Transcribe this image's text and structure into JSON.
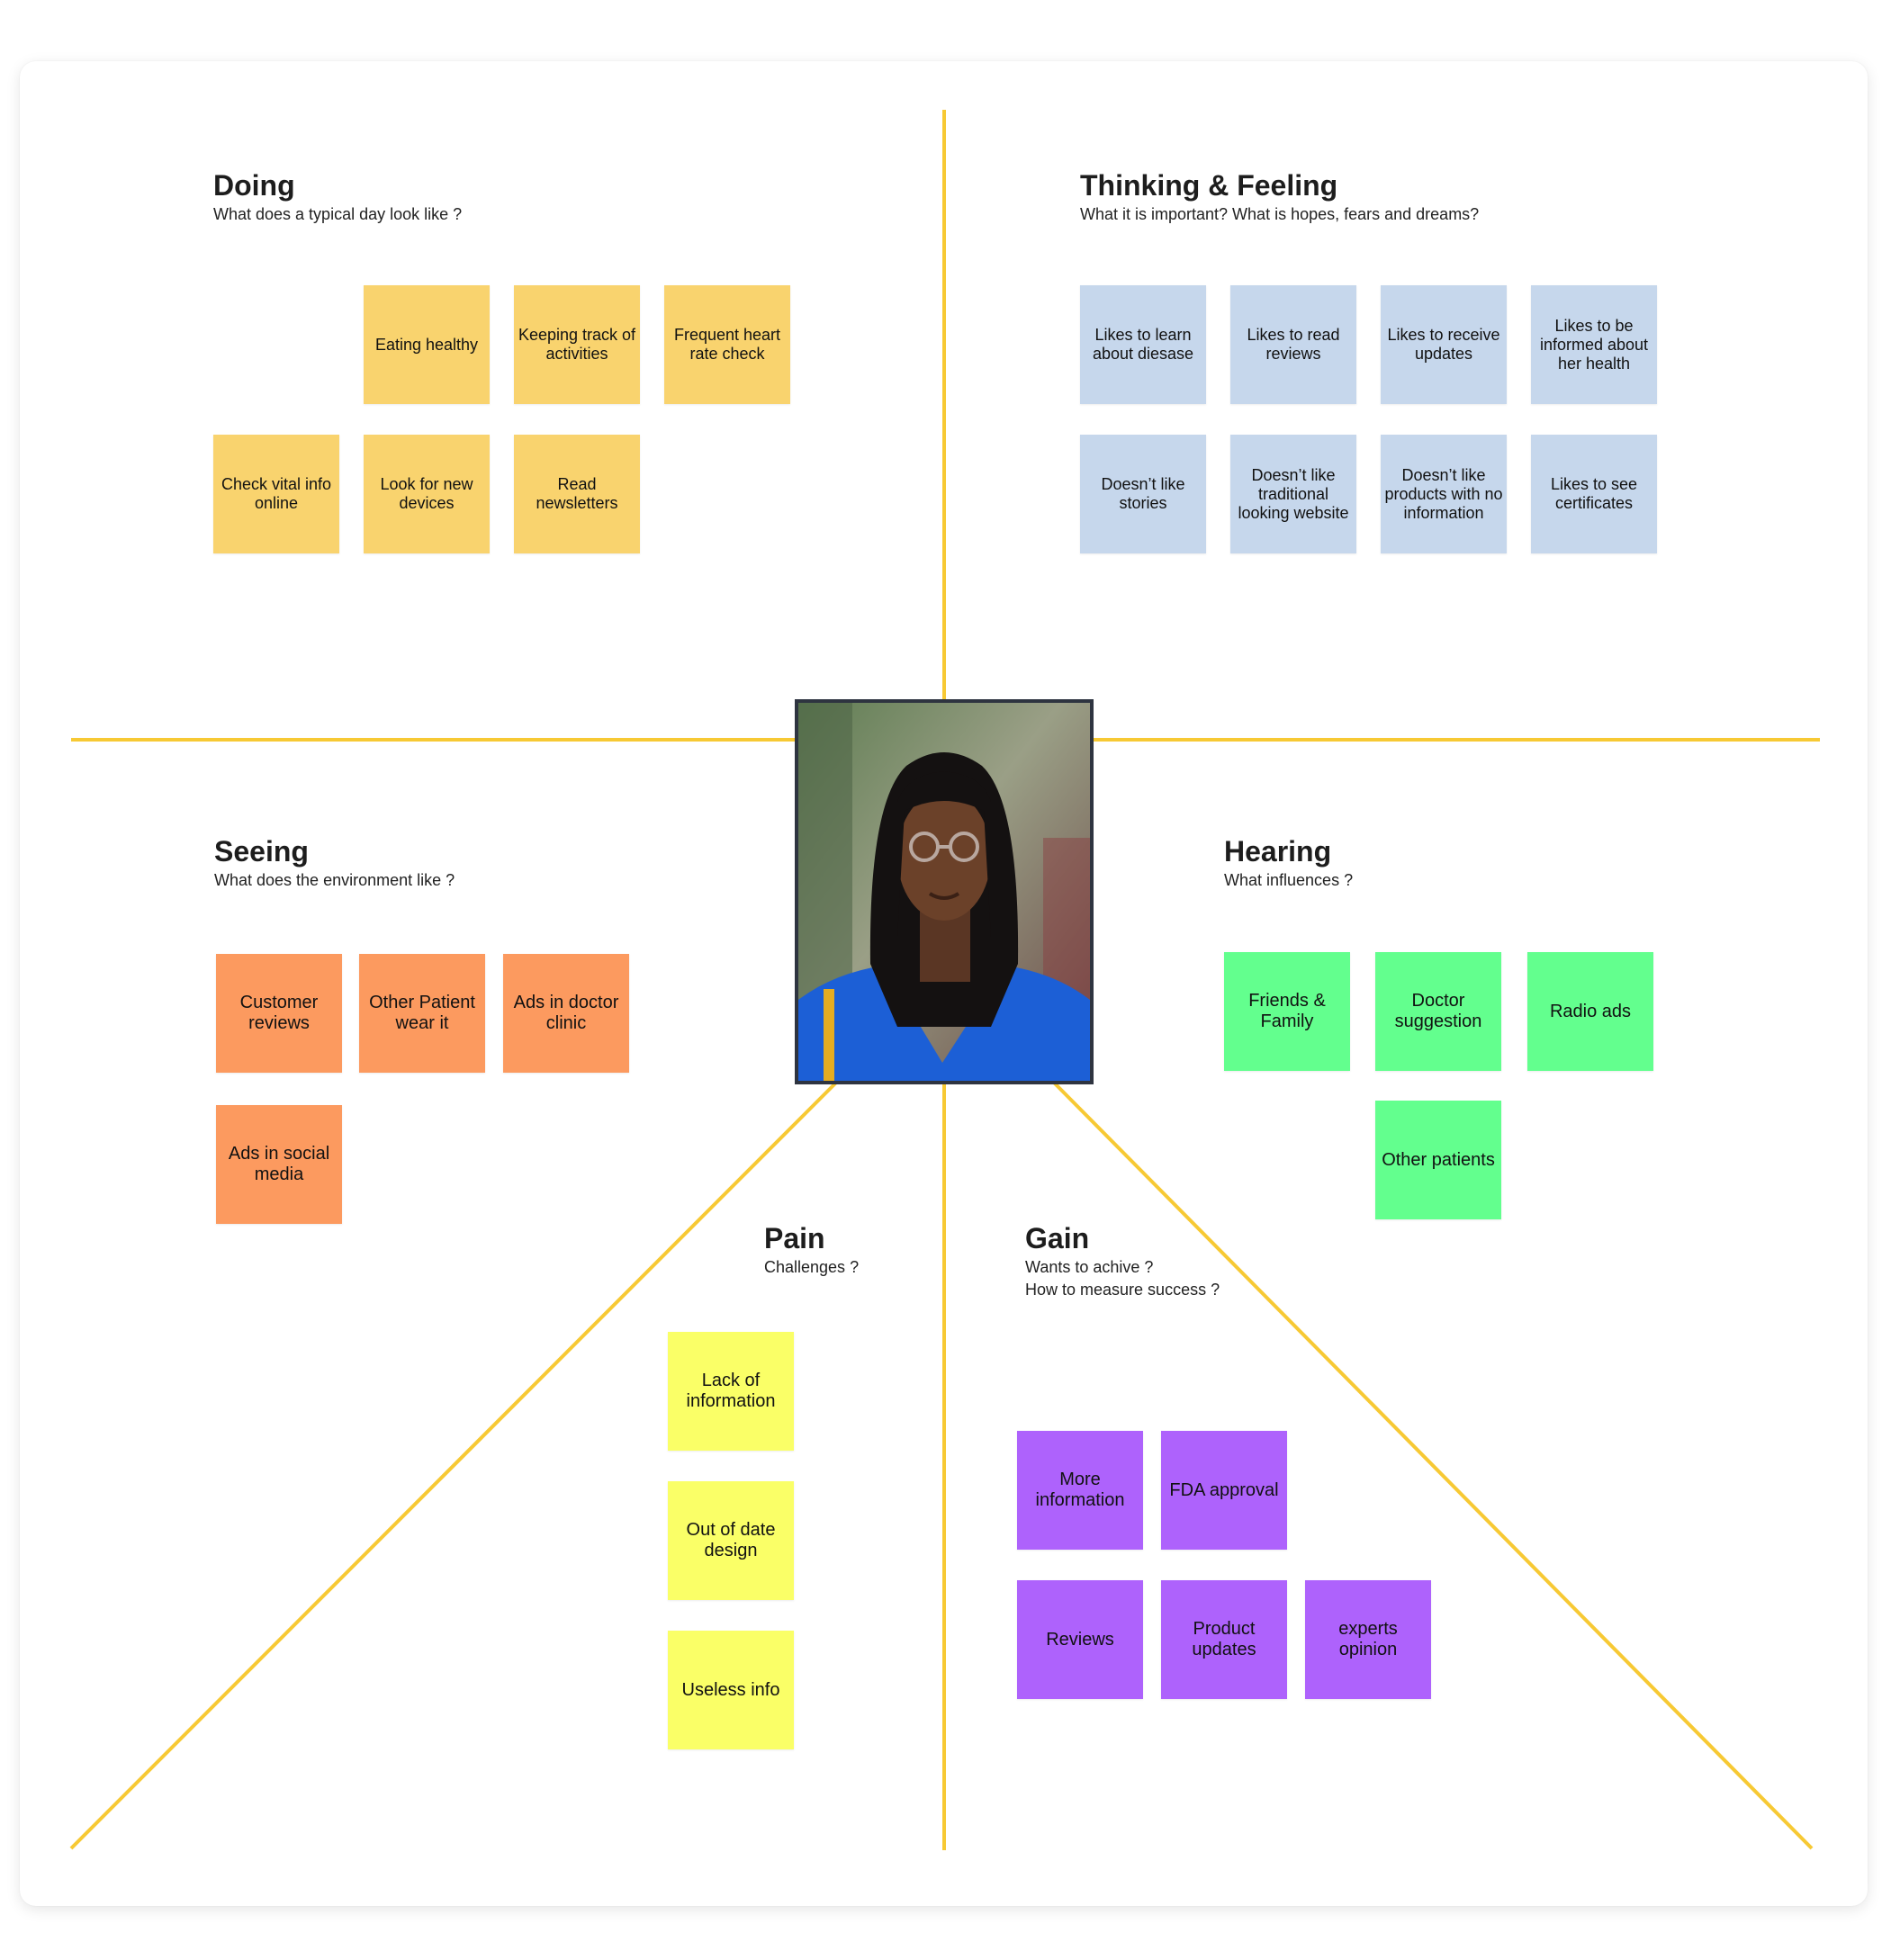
{
  "colors": {
    "line": "#f7c934",
    "doing": "#f9d36e",
    "thinking": "#c6d7ec",
    "seeing": "#fc9a5f",
    "hearing": "#63ff8e",
    "pain": "#faff67",
    "gain": "#ae62fc"
  },
  "portrait": {
    "icon": "person-photo-icon"
  },
  "doing": {
    "title": "Doing",
    "subtitle": "What does a typical day look like ?",
    "notes": [
      "Eating healthy",
      "Keeping track of activities",
      "Frequent heart rate check",
      "Check vital info online",
      "Look for new devices",
      "Read newsletters"
    ]
  },
  "thinking": {
    "title": "Thinking & Feeling",
    "subtitle": "What it is important? What is hopes, fears and dreams?",
    "notes": [
      "Likes to learn about diesase",
      "Likes to read reviews",
      "Likes to receive updates",
      "Likes to be informed about her health",
      "Doesn’t like stories",
      "Doesn’t like traditional looking website",
      "Doesn’t like products with no information",
      "Likes to see certificates"
    ]
  },
  "seeing": {
    "title": "Seeing",
    "subtitle": "What does the environment like ?",
    "notes": [
      "Customer reviews",
      "Other Patient wear it",
      "Ads in doctor clinic",
      "Ads in social media"
    ]
  },
  "hearing": {
    "title": "Hearing",
    "subtitle": "What influences ?",
    "notes": [
      "Friends & Family",
      "Doctor suggestion",
      "Radio ads",
      "Other patients"
    ]
  },
  "pain": {
    "title": "Pain",
    "subtitle": "Challenges ?",
    "notes": [
      "Lack of information",
      "Out of date design",
      "Useless info"
    ]
  },
  "gain": {
    "title": "Gain",
    "subtitle_1": "Wants to achive ?",
    "subtitle_2": "How to measure success ?",
    "notes": [
      "More information",
      "FDA approval",
      "Reviews",
      "Product updates",
      "experts opinion"
    ]
  }
}
